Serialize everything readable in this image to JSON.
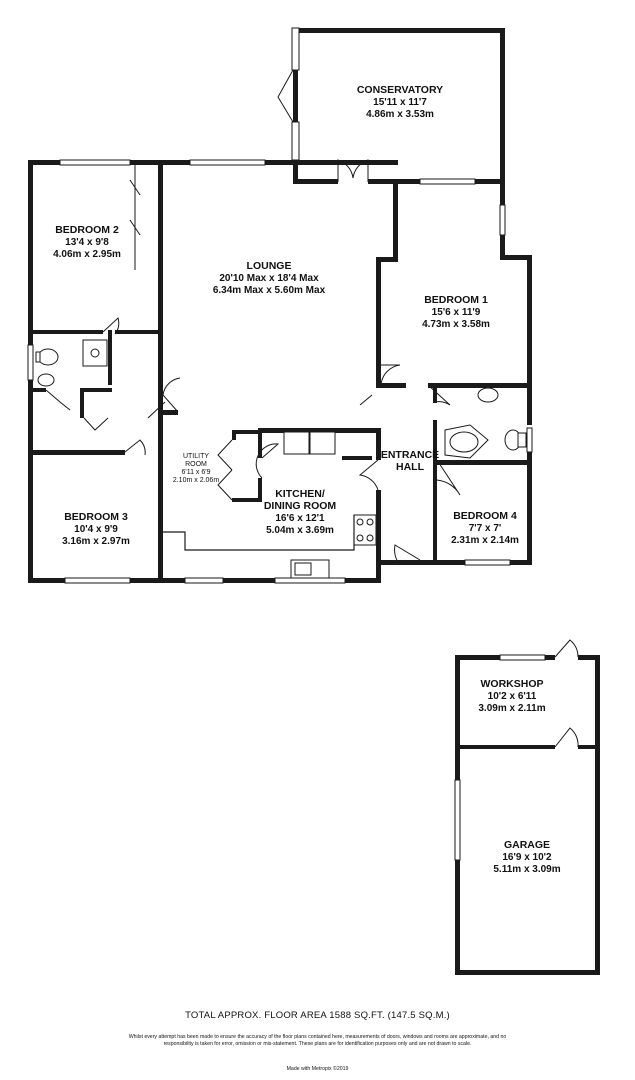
{
  "rooms": {
    "conservatory": {
      "name": "CONSERVATORY",
      "imperial": "15'11 x 11'7",
      "metric": "4.86m x 3.53m"
    },
    "bedroom2": {
      "name": "BEDROOM 2",
      "imperial": "13'4 x 9'8",
      "metric": "4.06m x 2.95m"
    },
    "lounge": {
      "name": "LOUNGE",
      "imperial": "20'10 Max x 18'4 Max",
      "metric": "6.34m Max x 5.60m Max"
    },
    "bedroom1": {
      "name": "BEDROOM 1",
      "imperial": "15'6 x 11'9",
      "metric": "4.73m x 3.58m"
    },
    "entrance_hall": {
      "line1": "ENTRANCE",
      "line2": "HALL"
    },
    "utility": {
      "line1": "UTILITY",
      "line2": "ROOM",
      "imperial": "6'11 x 6'9",
      "metric": "2.10m x 2.06m"
    },
    "kitchen": {
      "line1": "KITCHEN/",
      "line2": "DINING ROOM",
      "imperial": "16'6 x 12'1",
      "metric": "5.04m x 3.69m"
    },
    "bedroom3": {
      "name": "BEDROOM 3",
      "imperial": "10'4 x 9'9",
      "metric": "3.16m x 2.97m"
    },
    "bedroom4": {
      "name": "BEDROOM 4",
      "imperial": "7'7 x 7'",
      "metric": "2.31m x 2.14m"
    },
    "workshop": {
      "name": "WORKSHOP",
      "imperial": "10'2 x 6'11",
      "metric": "3.09m x 2.11m"
    },
    "garage": {
      "name": "GARAGE",
      "imperial": "16'9 x 10'2",
      "metric": "5.11m x 3.09m"
    }
  },
  "footer": {
    "total_area": "TOTAL APPROX. FLOOR AREA 1588 SQ.FT. (147.5 SQ.M.)",
    "disclaimer": "Whilst every attempt has been made to ensure the accuracy of the floor plans contained here, measurements of doors, windows and rooms are approximate, and no responsibility is taken for error, omission or mis-statement. These plans are for identification purposes only and are not drawn to scale.",
    "made_with": "Made with Metropix ©2019"
  }
}
